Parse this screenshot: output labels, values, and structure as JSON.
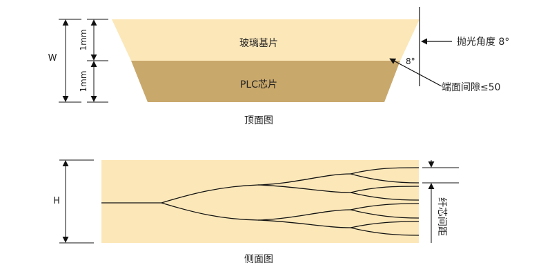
{
  "colors": {
    "glass": "#fce7b8",
    "plc": "#c9a86c",
    "stroke": "#111111",
    "text": "#222222"
  },
  "top_view": {
    "glass_label": "玻璃基片",
    "plc_label": "PLC芯片",
    "dim_w": "W",
    "dim_1mm_upper": "1mm",
    "dim_1mm_lower": "1mm",
    "polish_angle": "抛光角度 8°",
    "angle_mark": "8°",
    "end_gap": "端面间隙≤50",
    "caption": "顶面图"
  },
  "side_view": {
    "dim_h": "H",
    "fiber_pitch": "纤芯间距",
    "caption": "侧面图"
  },
  "icons": {
    "arrow": "arrowhead-icon"
  }
}
